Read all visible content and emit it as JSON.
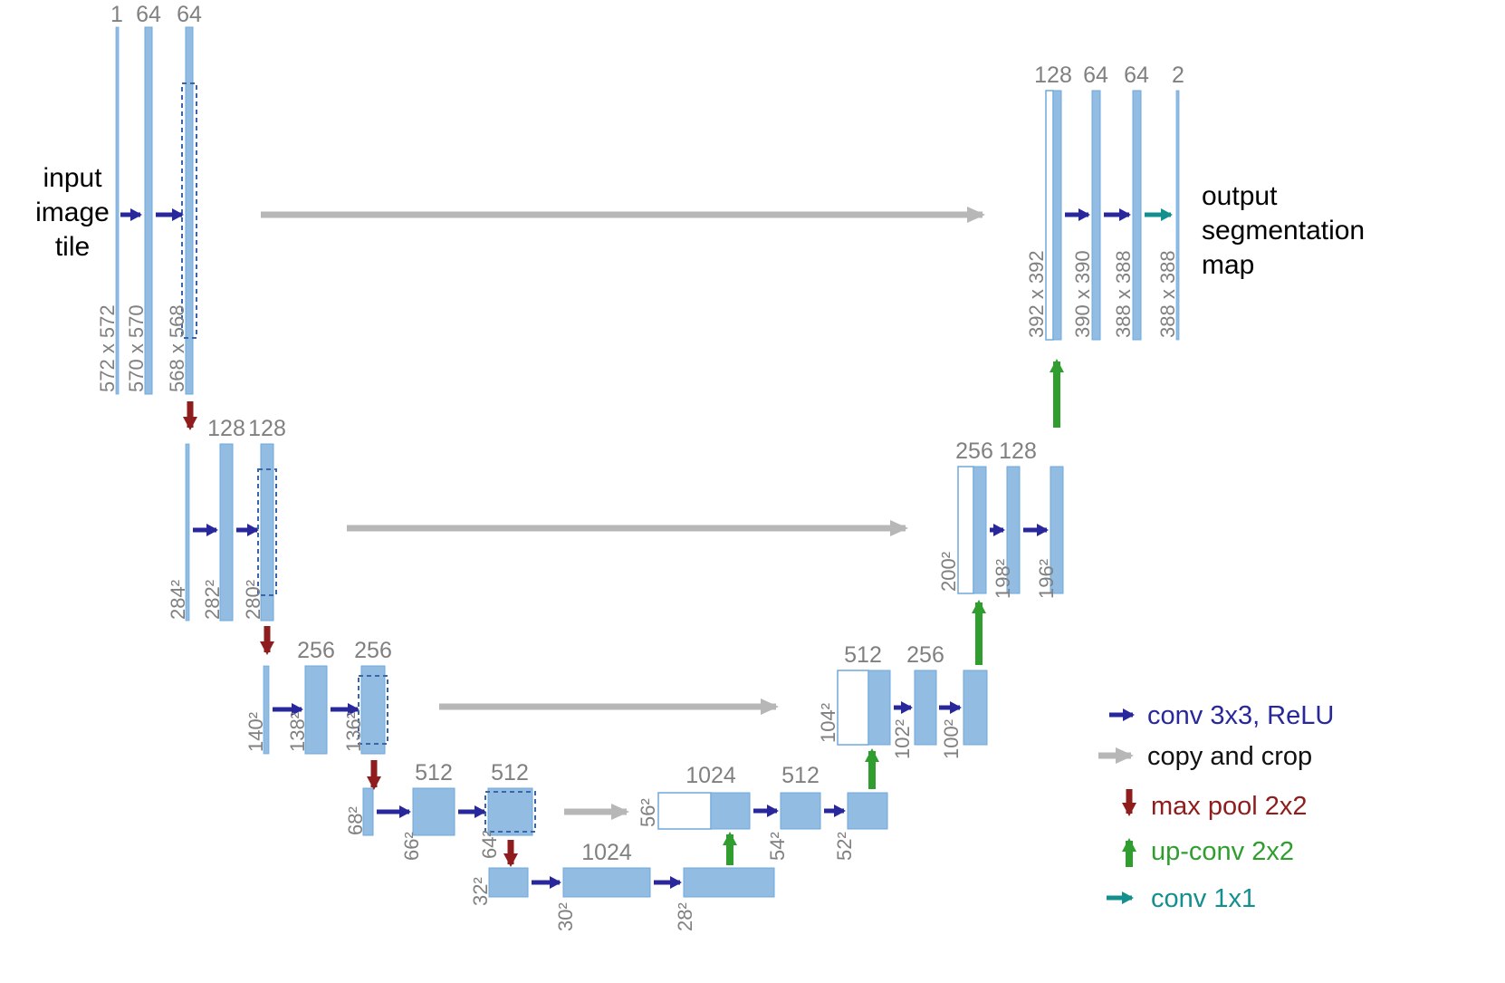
{
  "io": {
    "input": [
      "input",
      "image",
      "tile"
    ],
    "output": [
      "output",
      "segmentation",
      "map"
    ]
  },
  "channels": {
    "enc1": [
      "1",
      "64",
      "64"
    ],
    "enc2": [
      "128",
      "128"
    ],
    "enc3": [
      "256",
      "256"
    ],
    "enc4": [
      "512",
      "512"
    ],
    "bottom": [
      "1024"
    ],
    "dec4": [
      "1024",
      "512"
    ],
    "dec3": [
      "512",
      "256"
    ],
    "dec2": [
      "256",
      "128"
    ],
    "dec1": [
      "128",
      "64",
      "64",
      "2"
    ]
  },
  "sizes": {
    "enc1": [
      "572 x 572",
      "570 x 570",
      "568 x 568"
    ],
    "enc2": [
      "284²",
      "282²",
      "280²"
    ],
    "enc3": [
      "140²",
      "138²",
      "136²"
    ],
    "enc4": [
      "68²",
      "66²",
      "64²"
    ],
    "bottom": [
      "32²",
      "30²",
      "28²"
    ],
    "dec4": [
      "56²",
      "54²",
      "52²"
    ],
    "dec3": [
      "104²",
      "102²",
      "100²"
    ],
    "dec2": [
      "200²",
      "198²",
      "196²"
    ],
    "dec1": [
      "392 x 392",
      "390 x 390",
      "388 x 388",
      "388 x 388"
    ]
  },
  "legend": {
    "conv": "conv 3x3, ReLU",
    "copy": "copy and crop",
    "pool": "max pool 2x2",
    "upconv": "up-conv 2x2",
    "conv1x1": "conv 1x1"
  },
  "colors": {
    "bar": "#92bce2",
    "barline": "#6fa8dc",
    "dash": "#3a66a8",
    "conv": "#28289c",
    "copy": "#b7b7b7",
    "pool": "#8f1d1d",
    "upconv": "#2f9e2f",
    "conv1x1": "#148f8f",
    "gray": "#808080",
    "text": "#000000"
  }
}
